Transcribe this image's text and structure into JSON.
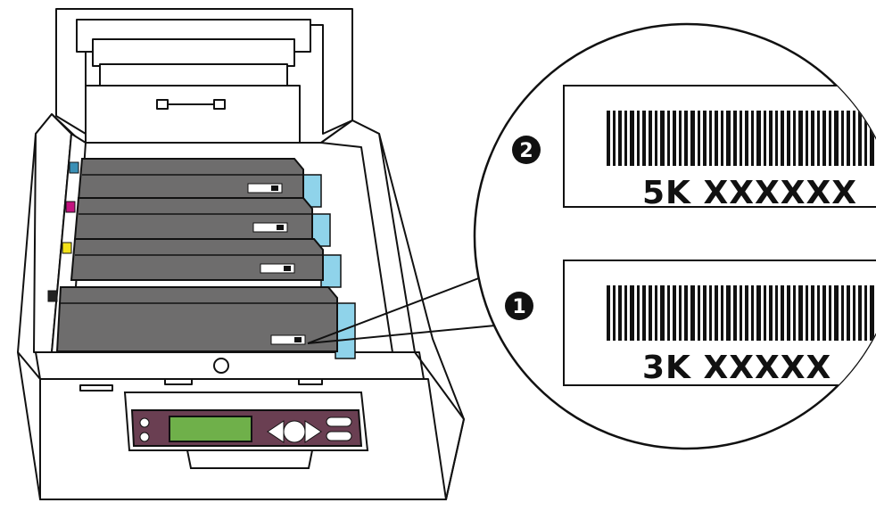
{
  "colors": {
    "outline": "#111111",
    "cartridge": "#6e6d6d",
    "cartridge_top": "#7f7e7e",
    "cyan_clip": "#8fd3ea",
    "cyan_tab": "#3a8fb5",
    "magenta_tab": "#c2127f",
    "yellow_tab": "#f2e21a",
    "black_tab": "#222222",
    "panel": "#6a3f52",
    "lcd": "#6fb04a"
  },
  "callouts": [
    {
      "number": "2",
      "code": "5K XXXXXX"
    },
    {
      "number": "1",
      "code": "3K XXXXX"
    }
  ],
  "cartridges": [
    {
      "color_name": "cyan",
      "tab_color": "#3a8fb5"
    },
    {
      "color_name": "magenta",
      "tab_color": "#c2127f"
    },
    {
      "color_name": "yellow",
      "tab_color": "#f2e21a"
    },
    {
      "color_name": "black",
      "tab_color": "#222222"
    }
  ]
}
